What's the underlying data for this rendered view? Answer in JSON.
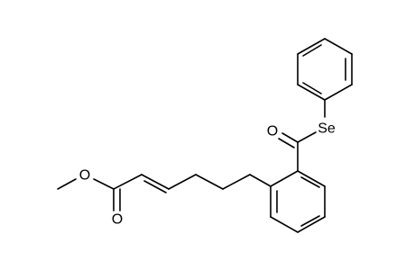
{
  "molecule": {
    "atom_labels": {
      "ester_oxygen": "O",
      "carbonyl_oxygen": "O",
      "thio_carbonyl_oxygen": "O",
      "selenium": "Se"
    },
    "colors": {
      "bond": "#000000",
      "label": "#000000",
      "background": "#ffffff"
    }
  }
}
